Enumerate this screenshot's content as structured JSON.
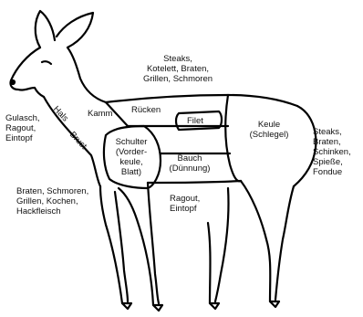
{
  "parts": {
    "hals": "Hals",
    "brust": "Brust",
    "kamm": "Kamm",
    "ruecken": "Rücken",
    "filet": "Filet",
    "keule": "Keule\n(Schlegel)",
    "schulter": "Schulter\n(Vorder-\nkeule,\nBlatt)",
    "bauch": "Bauch\n(Dünnung)"
  },
  "uses": {
    "top": "Steaks,\nKotelett, Braten,\nGrillen, Schmoren",
    "head": "Gulasch,\nRagout,\nEintopf",
    "right": "Steaks,\nBraten,\nSchinken,\nSpieße,\nFondue",
    "left_bottom": "Braten, Schmoren,\nGrillen, Kochen,\nHackfleisch",
    "belly": "Ragout,\nEintopf"
  }
}
